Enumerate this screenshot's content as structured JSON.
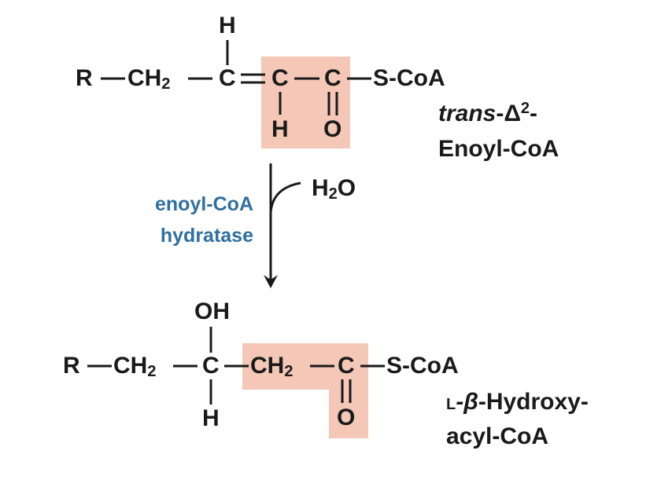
{
  "colors": {
    "highlight": "#f4c7b6",
    "bond": "#1a1a1a",
    "enzyme_text": "#2f6f9f",
    "text": "#1a1a1a"
  },
  "reactant": {
    "r": "R",
    "ch2": "CH",
    "ch2_sub": "2",
    "c_top": "C",
    "h_top": "H",
    "c_alpha": "C",
    "h_alpha": "H",
    "c_carbonyl": "C",
    "o": "O",
    "scoa": "S-CoA",
    "name_prefix": "trans",
    "name_delta": "-Δ",
    "name_sup": "2",
    "name_dash": "-",
    "name_line2": "Enoyl-CoA"
  },
  "reaction": {
    "enzyme_line1": "enoyl-CoA",
    "enzyme_line2": "hydratase",
    "water": "H",
    "water_sub": "2",
    "water_o": "O"
  },
  "product": {
    "r": "R",
    "ch2": "CH",
    "ch2_sub": "2",
    "c_oh": "C",
    "oh": "OH",
    "h": "H",
    "ch2_mid": "CH",
    "ch2_mid_sub": "2",
    "c_carbonyl": "C",
    "o": "O",
    "scoa": "S-CoA",
    "name_l": "L",
    "name_beta": "-β",
    "name_rest": "-Hydroxy-",
    "name_line2": "acyl-CoA"
  }
}
